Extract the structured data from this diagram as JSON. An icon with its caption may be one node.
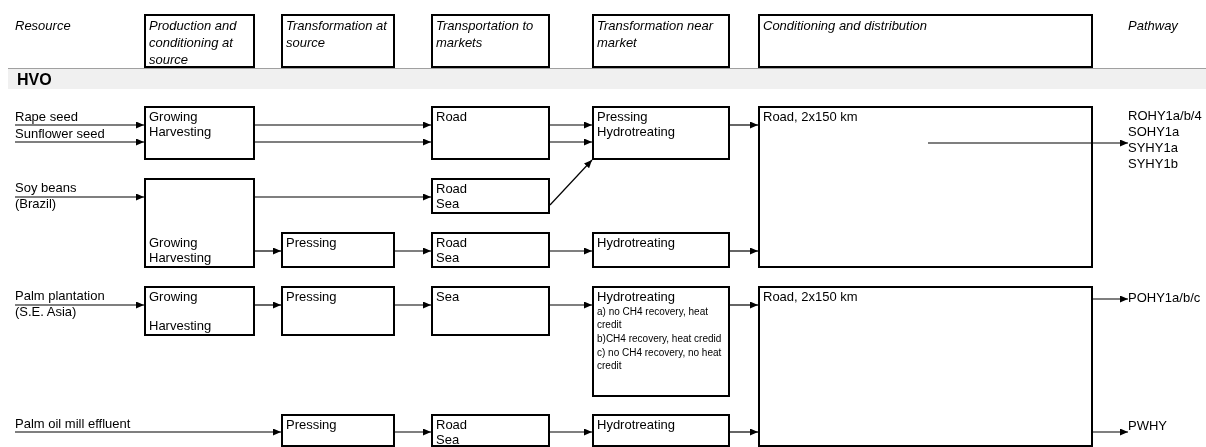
{
  "diagram": {
    "nodes": [
      {
        "text": [
          "Production  and conditioning at source"
        ]
      },
      {
        "text": [
          "Transformation at source"
        ]
      },
      {
        "text": [
          "Transportation to markets"
        ]
      },
      {
        "text": [
          "Transformation near market"
        ]
      },
      {
        "text": [
          "Conditioning and distribution"
        ]
      },
      {
        "text": [
          "HVO"
        ]
      },
      {
        "text": [
          "Rape seed"
        ]
      },
      {
        "text": [
          "Sunflower seed"
        ]
      },
      {
        "text": [
          "Growing",
          "Harvesting"
        ]
      },
      {
        "text": [
          "Road"
        ]
      },
      {
        "text": [
          "Pressing",
          "Hydrotreating"
        ]
      },
      {
        "text": [
          "Road, 2x150 km"
        ]
      },
      {
        "text": [
          "ROHY1a/b/4",
          "SOHY1a",
          "SYHY1a",
          "SYHY1b"
        ]
      },
      {
        "text": [
          "Soy beans (Brazil)"
        ]
      },
      {
        "text": [
          "Growing",
          "Harvesting"
        ]
      },
      {
        "text": [
          "Road",
          "Sea"
        ]
      },
      {
        "text": [
          "Pressing"
        ]
      },
      {
        "text": [
          "Road",
          "Sea"
        ]
      },
      {
        "text": [
          "Hydrotreating"
        ]
      },
      {
        "text": [
          "Palm plantation (S.E. Asia)"
        ]
      },
      {
        "text": [
          "Growing",
          "Harvesting"
        ]
      },
      {
        "text": [
          "Pressing"
        ]
      },
      {
        "text": [
          "Sea"
        ]
      },
      {
        "text": [
          "Hydrotreating",
          "a) no CH4 recovery, heat credit",
          "b)CH4 recovery, heat credid",
          "c) no CH4 recovery, no heat credit"
        ]
      },
      {
        "text": [
          "Road, 2x150 km"
        ]
      },
      {
        "text": [
          "POHY1a/b/c"
        ]
      },
      {
        "text": [
          "Palm oil mill effluent"
        ]
      },
      {
        "text": [
          "Pressing"
        ]
      },
      {
        "text": [
          "Road",
          "Sea"
        ]
      },
      {
        "text": [
          "Hydrotreating"
        ]
      },
      {
        "text": [
          "PWHY"
        ]
      }
    ],
    "edges": [
      {
        "from": 6,
        "to": 8,
        "arrow": "to"
      },
      {
        "from": 7,
        "to": 8,
        "arrow": "to"
      },
      {
        "from": 8,
        "to": 9,
        "arrow": "to"
      },
      {
        "from": 8,
        "to": 9,
        "arrow": "to"
      },
      {
        "from": 9,
        "to": 10,
        "arrow": "to"
      },
      {
        "from": 9,
        "to": 10,
        "arrow": "to"
      },
      {
        "from": 10,
        "to": 11,
        "arrow": "to"
      },
      {
        "from": 11,
        "to": 12,
        "arrow": "to"
      },
      {
        "from": 13,
        "to": 14,
        "arrow": "to"
      },
      {
        "from": 14,
        "to": 15,
        "arrow": "to"
      },
      {
        "from": 15,
        "to": 10,
        "arrow": "to"
      },
      {
        "from": 14,
        "to": 16,
        "arrow": "to"
      },
      {
        "from": 16,
        "to": 17,
        "arrow": "to"
      },
      {
        "from": 17,
        "to": 18,
        "arrow": "to"
      },
      {
        "from": 18,
        "to": 11,
        "arrow": "to"
      },
      {
        "from": 19,
        "to": 20,
        "arrow": "to"
      },
      {
        "from": 20,
        "to": 21,
        "arrow": "to"
      },
      {
        "from": 21,
        "to": 22,
        "arrow": "to"
      },
      {
        "from": 22,
        "to": 23,
        "arrow": "to"
      },
      {
        "from": 23,
        "to": 24,
        "arrow": "to"
      },
      {
        "from": 24,
        "to": 25,
        "arrow": "to"
      },
      {
        "from": 26,
        "to": 27,
        "arrow": "to"
      },
      {
        "from": 27,
        "to": 28,
        "arrow": "to"
      },
      {
        "from": 28,
        "to": 29,
        "arrow": "to"
      },
      {
        "from": 29,
        "to": 24,
        "arrow": "to"
      },
      {
        "from": 24,
        "to": 30,
        "arrow": "to"
      }
    ],
    "labels": [
      "Resource",
      "Pathway"
    ]
  }
}
